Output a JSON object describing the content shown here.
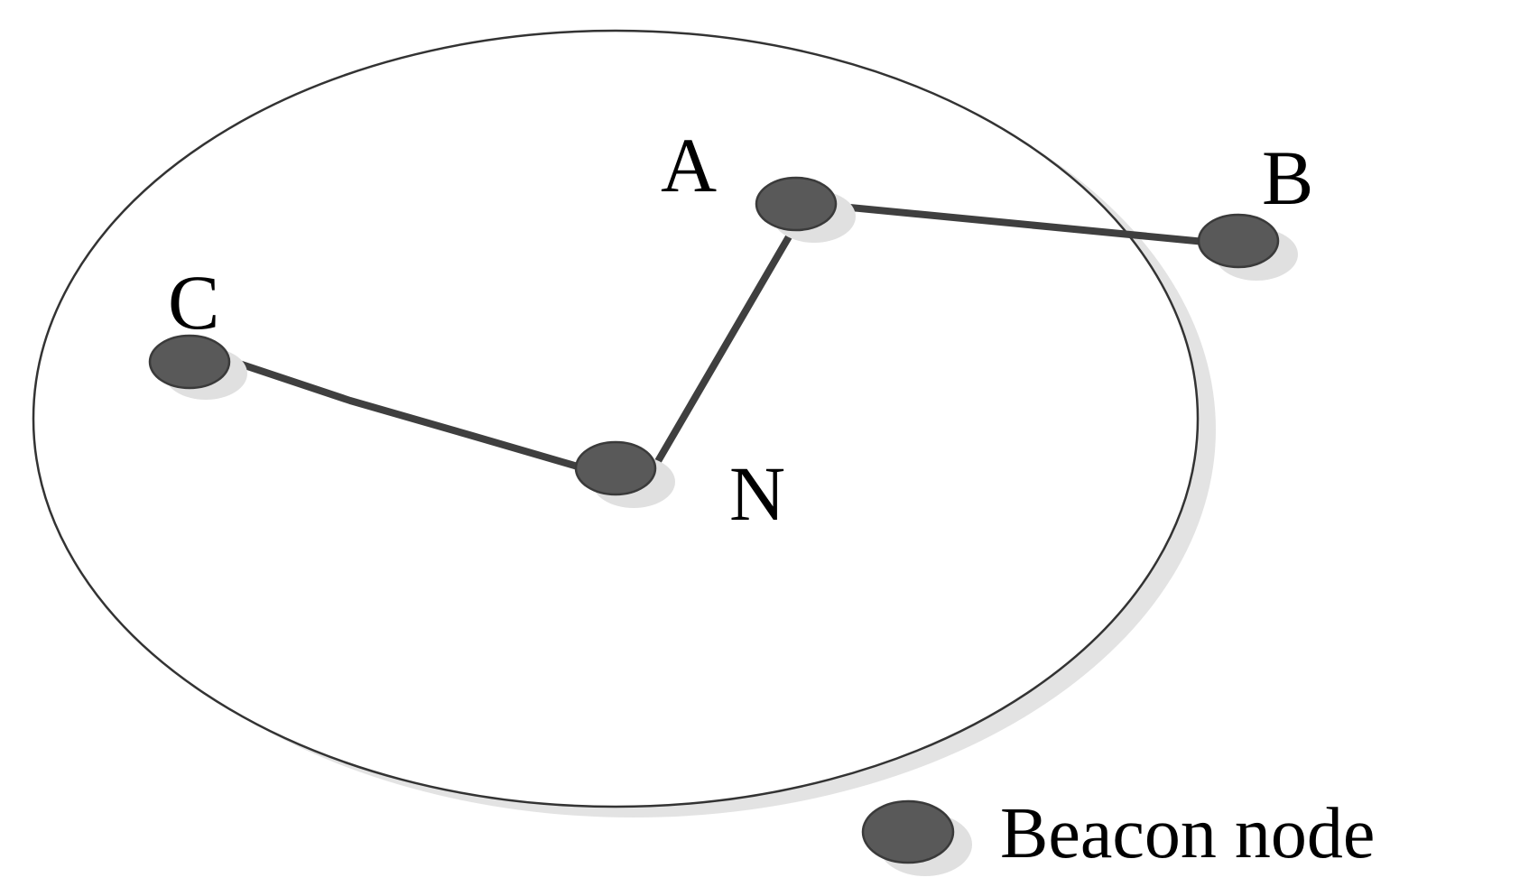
{
  "nodes": {
    "a": {
      "label": "A"
    },
    "b": {
      "label": "B"
    },
    "c": {
      "label": "C"
    },
    "n": {
      "label": "N"
    }
  },
  "legend": {
    "label": "Beacon node"
  },
  "colors": {
    "node_fill": "#595959",
    "node_stroke": "#3a3a3a",
    "link": "#3f3f3f",
    "shadow": "#e0e0e0",
    "circle_stroke": "#333333"
  }
}
